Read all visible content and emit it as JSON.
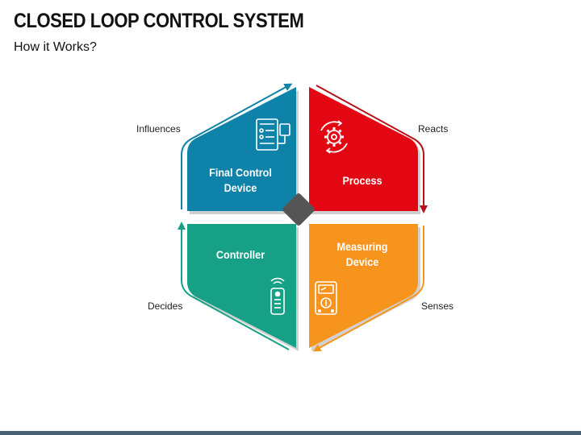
{
  "header": {
    "title": "CLOSED LOOP CONTROL SYSTEM",
    "subtitle": "How it Works?"
  },
  "segments": [
    {
      "label": "Final Control Device",
      "color": "#0e82a8",
      "icon": "control-panel-icon"
    },
    {
      "label": "Process",
      "color": "#e30613",
      "icon": "gear-cycle-icon"
    },
    {
      "label": "Measuring Device",
      "color": "#f7941d",
      "icon": "meter-icon"
    },
    {
      "label": "Controller",
      "color": "#16a085",
      "icon": "remote-control-icon"
    }
  ],
  "arrows": {
    "influences": {
      "label": "Influences",
      "color": "#0e82a8"
    },
    "reacts": {
      "label": "Reacts",
      "color": "#b5121b"
    },
    "senses": {
      "label": "Senses",
      "color": "#f7941d"
    },
    "decides": {
      "label": "Decides",
      "color": "#16a085"
    }
  },
  "center_color": "#555555"
}
